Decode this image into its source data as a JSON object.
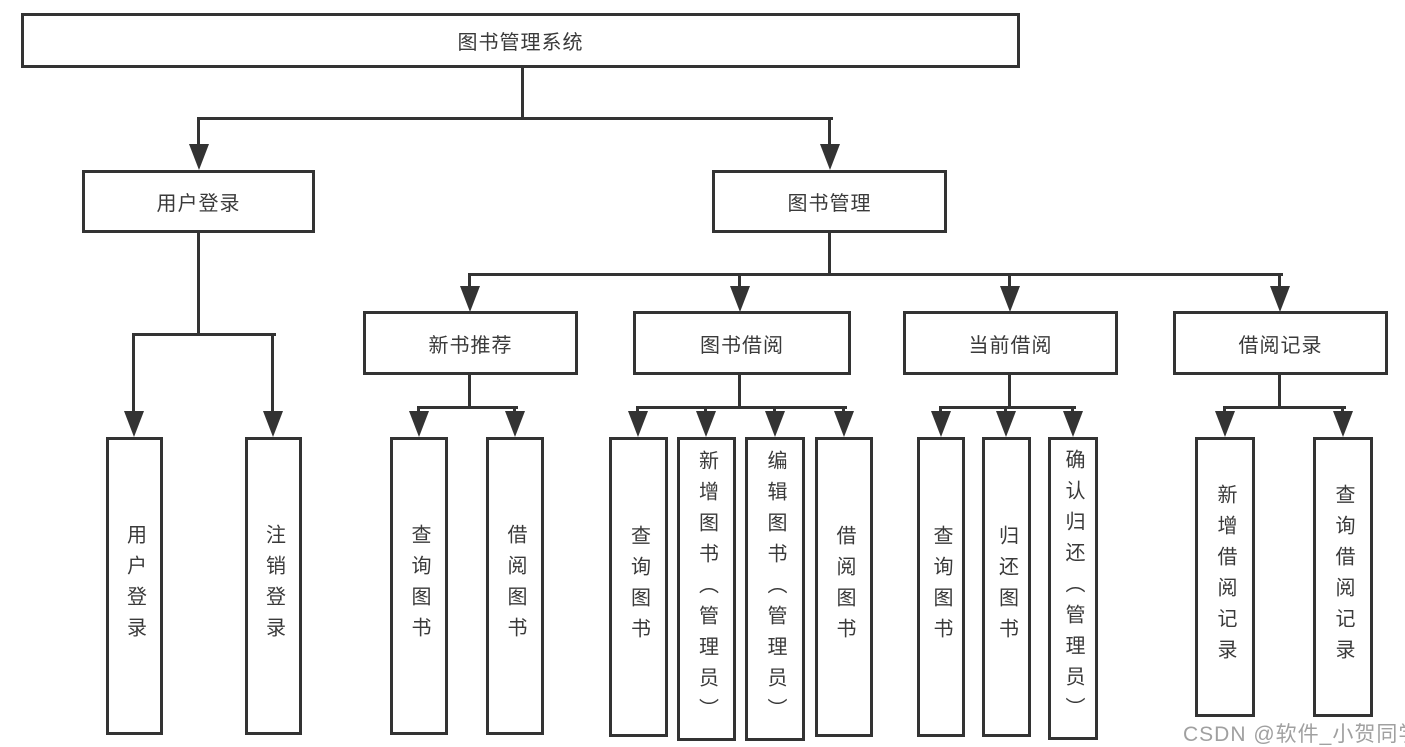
{
  "diagram": {
    "background": "#ffffff",
    "line_color": "#333333",
    "text_color": "#3a3a3a",
    "tree": {
      "label": "图书管理系统",
      "children": [
        {
          "label": "用户登录",
          "children": [
            {
              "label": "用户登录"
            },
            {
              "label": "注销登录"
            }
          ]
        },
        {
          "label": "图书管理",
          "children": [
            {
              "label": "新书推荐",
              "children": [
                {
                  "label": "查询图书"
                },
                {
                  "label": "借阅图书"
                }
              ]
            },
            {
              "label": "图书借阅",
              "children": [
                {
                  "label": "查询图书"
                },
                {
                  "label": "新增图书（管理员）"
                },
                {
                  "label": "编辑图书（管理员）"
                },
                {
                  "label": "借阅图书"
                }
              ]
            },
            {
              "label": "当前借阅",
              "children": [
                {
                  "label": "查询图书"
                },
                {
                  "label": "归还图书"
                },
                {
                  "label": "确认归还（管理员）"
                }
              ]
            },
            {
              "label": "借阅记录",
              "children": [
                {
                  "label": "新增借阅记录"
                },
                {
                  "label": "查询借阅记录"
                }
              ]
            }
          ]
        }
      ]
    }
  },
  "watermark": {
    "text": "CSDN @软件_小贺同学",
    "color": "#a0a0a0"
  }
}
